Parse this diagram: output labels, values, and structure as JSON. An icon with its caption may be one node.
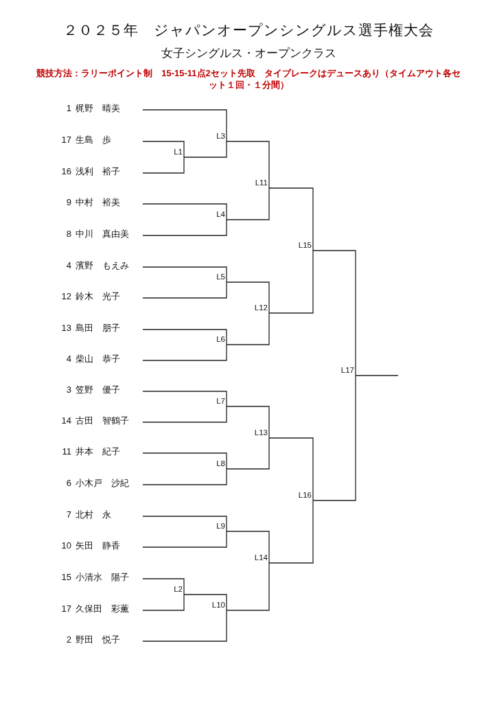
{
  "diagram": {
    "title": "２０２５年　ジャパンオープンシングルス選手権大会",
    "nodes": [
      {
        "text": [
          "1",
          "梶野　晴美"
        ]
      },
      {
        "text": [
          "17",
          "生島　歩"
        ]
      },
      {
        "text": [
          "16",
          "浅利　裕子"
        ]
      },
      {
        "text": [
          "9",
          "中村　裕美"
        ]
      },
      {
        "text": [
          "8",
          "中川　真由美"
        ]
      },
      {
        "text": [
          "4",
          "濱野　もえみ"
        ]
      },
      {
        "text": [
          "12",
          "鈴木　光子"
        ]
      },
      {
        "text": [
          "13",
          "島田　朋子"
        ]
      },
      {
        "text": [
          "4",
          "柴山　恭子"
        ]
      },
      {
        "text": [
          "3",
          "笠野　優子"
        ]
      },
      {
        "text": [
          "14",
          "古田　智鶴子"
        ]
      },
      {
        "text": [
          "11",
          "井本　紀子"
        ]
      },
      {
        "text": [
          "6",
          "小木戸　沙紀"
        ]
      },
      {
        "text": [
          "7",
          "北村　永"
        ]
      },
      {
        "text": [
          "10",
          "矢田　静香"
        ]
      },
      {
        "text": [
          "15",
          "小清水　陽子"
        ]
      },
      {
        "text": [
          "17",
          "久保田　彩薫"
        ]
      },
      {
        "text": [
          "2",
          "野田　悦子"
        ]
      },
      {
        "text": [
          "L1"
        ]
      },
      {
        "text": [
          "L2"
        ]
      },
      {
        "text": [
          "L3"
        ]
      },
      {
        "text": [
          "L4"
        ]
      },
      {
        "text": [
          "L5"
        ]
      },
      {
        "text": [
          "L6"
        ]
      },
      {
        "text": [
          "L7"
        ]
      },
      {
        "text": [
          "L8"
        ]
      },
      {
        "text": [
          "L9"
        ]
      },
      {
        "text": [
          "L10"
        ]
      },
      {
        "text": [
          "L11"
        ]
      },
      {
        "text": [
          "L12"
        ]
      },
      {
        "text": [
          "L13"
        ]
      },
      {
        "text": [
          "L14"
        ]
      },
      {
        "text": [
          "L15"
        ]
      },
      {
        "text": [
          "L16"
        ]
      },
      {
        "text": [
          "L17"
        ]
      }
    ],
    "edges": [
      {
        "from": 0,
        "to": 20,
        "arrow": "none"
      },
      {
        "from": 1,
        "to": 18,
        "arrow": "none"
      },
      {
        "from": 2,
        "to": 18,
        "arrow": "none"
      },
      {
        "from": 3,
        "to": 21,
        "arrow": "none"
      },
      {
        "from": 4,
        "to": 21,
        "arrow": "none"
      },
      {
        "from": 5,
        "to": 22,
        "arrow": "none"
      },
      {
        "from": 6,
        "to": 22,
        "arrow": "none"
      },
      {
        "from": 7,
        "to": 23,
        "arrow": "none"
      },
      {
        "from": 8,
        "to": 23,
        "arrow": "none"
      },
      {
        "from": 9,
        "to": 24,
        "arrow": "none"
      },
      {
        "from": 10,
        "to": 24,
        "arrow": "none"
      },
      {
        "from": 11,
        "to": 25,
        "arrow": "none"
      },
      {
        "from": 12,
        "to": 25,
        "arrow": "none"
      },
      {
        "from": 13,
        "to": 26,
        "arrow": "none"
      },
      {
        "from": 14,
        "to": 26,
        "arrow": "none"
      },
      {
        "from": 15,
        "to": 19,
        "arrow": "none"
      },
      {
        "from": 16,
        "to": 19,
        "arrow": "none"
      },
      {
        "from": 17,
        "to": 27,
        "arrow": "none"
      },
      {
        "from": 18,
        "to": 20,
        "arrow": "none"
      },
      {
        "from": 19,
        "to": 27,
        "arrow": "none"
      },
      {
        "from": 20,
        "to": 28,
        "arrow": "none"
      },
      {
        "from": 21,
        "to": 28,
        "arrow": "none"
      },
      {
        "from": 22,
        "to": 29,
        "arrow": "none"
      },
      {
        "from": 23,
        "to": 29,
        "arrow": "none"
      },
      {
        "from": 24,
        "to": 30,
        "arrow": "none"
      },
      {
        "from": 25,
        "to": 30,
        "arrow": "none"
      },
      {
        "from": 26,
        "to": 31,
        "arrow": "none"
      },
      {
        "from": 27,
        "to": 31,
        "arrow": "none"
      },
      {
        "from": 28,
        "to": 32,
        "arrow": "none"
      },
      {
        "from": 29,
        "to": 32,
        "arrow": "none"
      },
      {
        "from": 30,
        "to": 33,
        "arrow": "none"
      },
      {
        "from": 31,
        "to": 33,
        "arrow": "none"
      },
      {
        "from": 32,
        "to": 34,
        "arrow": "none"
      },
      {
        "from": 33,
        "to": 34,
        "arrow": "none"
      },
      {
        "from": 34,
        "to": null,
        "arrow": "none"
      }
    ],
    "labels": [
      "女子シングルス・オープンクラス",
      "競技方法：ラリーポイント制　15-15-11点2セット先取　タイブレークはデュースあり（タイムアウト各セット１回・１分間）"
    ]
  }
}
